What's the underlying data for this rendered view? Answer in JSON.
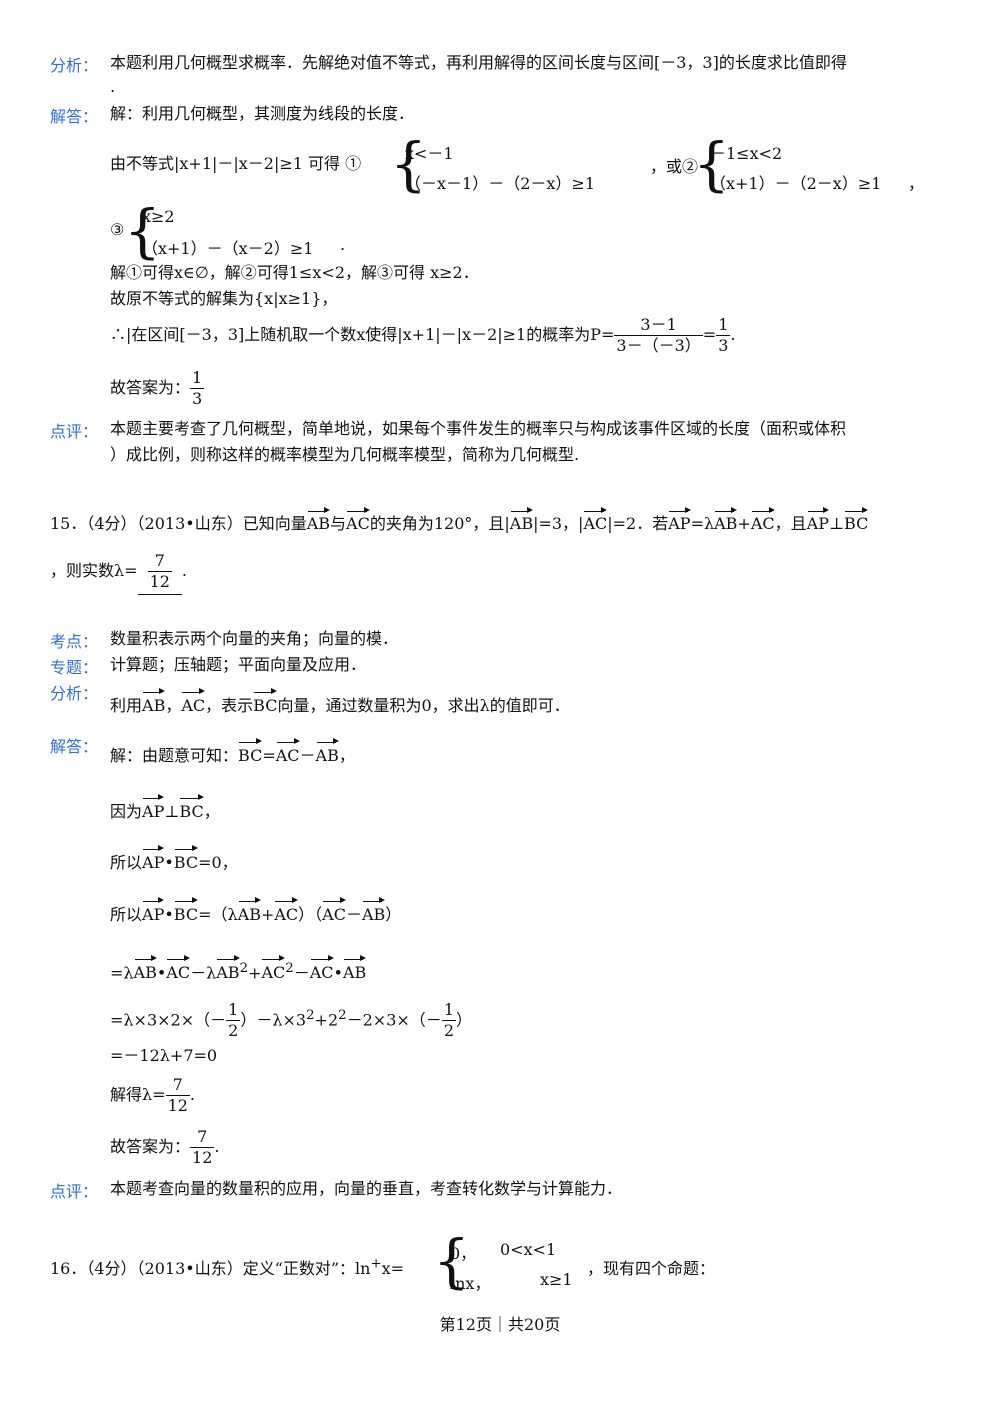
{
  "labels": {
    "analysis": "分析：",
    "solution": "解答：",
    "comment": "点评：",
    "kaodian": "考点：",
    "zhuanti": "专题："
  },
  "p14": {
    "analysis_line1": "本题利用几何概型求概率．先解绝对值不等式，再利用解得的区间长度与区间[－3，3]的长度求比值即得",
    "analysis_line2": ".",
    "sol_1": "解：利用几何概型，其测度为线段的长度．",
    "sol_2_pre": "由不等式|x+1|－|x－2|≥1 可得 ①",
    "case1_a": "x<－1",
    "case1_b": "（－x－1）－（2－x）≥1",
    "or2": "，或②",
    "case2_a": "－1≤x<2",
    "case2_b": "（x+1）－（2－x）≥1",
    "comma": "，",
    "c3": "③",
    "case3_a": "x≥2",
    "case3_b": "（x+1）－（x－2）≥1",
    "dot": ".",
    "sol_4": "解①可得x∈∅，解②可得1≤x<2，解③可得 x≥2．",
    "sol_5": "故原不等式的解集为{x|x≥1}，",
    "sol_6_pre": "∴|在区间[－3，3]上随机取一个数x使得|x+1|－|x－2|≥1的概率为P=",
    "p_num": "3－1",
    "p_den": "3－（－3）",
    "p_eq": "=",
    "p_res_num": "1",
    "p_res_den": "3",
    "period": ".",
    "ans_pre": "故答案为：",
    "ans_num": "1",
    "ans_den": "3",
    "comment_line1": "本题主要考查了几何概型，简单地说，如果每个事件发生的概率只与构成该事件区域的长度（面积或体积",
    "comment_line2": "）成比例，则称这样的概率模型为几何概率模型，简称为几何概型."
  },
  "p15": {
    "q_a": "15．（4分）（2013•山东）已知向量",
    "AB": "AB",
    "AC": "AC",
    "AP": "AP",
    "BC": "BC",
    "q_b": "与",
    "q_c": "的夹角为120°，且|",
    "q_d": "|=3，|",
    "q_e": "|=2．若",
    "q_f": "=λ",
    "plus": "+",
    "q_g": "，且",
    "perp": "⊥",
    "q2_pre": "，则实数λ=",
    "ans_num": "7",
    "ans_den": "12",
    "q2_end": ".",
    "kaodian": "数量积表示两个向量的夹角；向量的模．",
    "zhuanti": "计算题；压轴题；平面向量及应用．",
    "an_a": "利用",
    "an_sep": "，",
    "an_b": "，表示",
    "an_c": "向量，通过数量积为0，求出λ的值即可．",
    "s1_pre": "解：由题意可知：",
    "eq": "=",
    "minus": "－",
    "s1_end": "，",
    "s2_pre": "因为",
    "s2_end": "，",
    "s3_pre": "所以",
    "dotop": "•",
    "s3_end": "=0，",
    "s4_pre": "所以",
    "s4_b": "=（λ",
    "s4_c": "）（",
    "s4_end": "）",
    "s5_pre": "=λ",
    "s5_b": "－λ",
    "sup2": "2",
    "s6_pre": "=λ×3×2×（－",
    "half_num": "1",
    "half_den": "2",
    "s6_b": "）－λ×3",
    "s6_c": "+2",
    "s6_d": "－2×3×（－",
    "s6_end": "）",
    "s7": "=－12λ+7=0",
    "s8_pre": "解得λ=",
    "s9_pre": "故答案为：",
    "comment": "本题考查向量的数量积的应用，向量的垂直，考查转化数学与计算能力．"
  },
  "p16": {
    "q_pre": "16．（4分）（2013•山东）定义“正数对”：ln",
    "plus_sup": "+",
    "q_b": "x=",
    "case_a1": "0，",
    "case_a2": "0<x<1",
    "case_b1": "lnx，",
    "case_b2": "x≥1",
    "q_end": "，现有四个命题："
  },
  "footer": "第12页｜共20页"
}
